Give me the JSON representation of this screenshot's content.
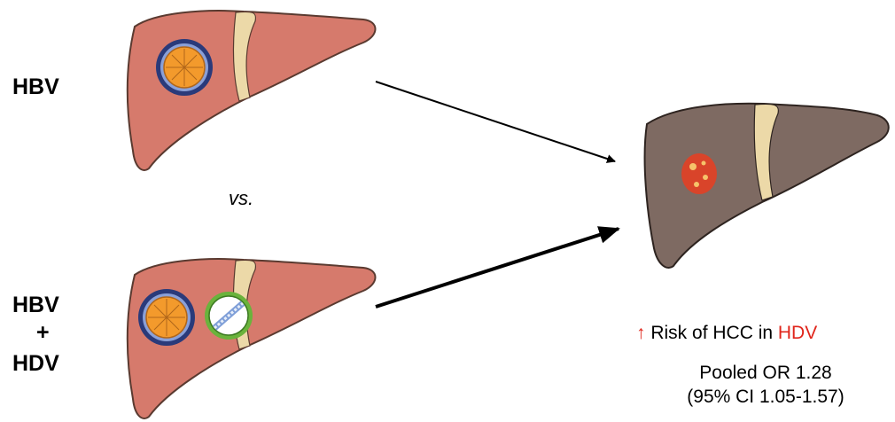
{
  "labels": {
    "hbv": "HBV",
    "hbv_hdv_line1": "HBV",
    "hbv_hdv_plus": "+",
    "hbv_hdv_line3": "HDV",
    "vs": "vs."
  },
  "result": {
    "arrow_symbol": "↑",
    "risk_prefix": "Risk of HCC in",
    "risk_highlight": "HDV",
    "pooled_or": "Pooled OR 1.28",
    "ci": "(95% CI 1.05-1.57)"
  },
  "colors": {
    "healthy_liver": "#d67a6c",
    "liver_outline": "#5a3a30",
    "ligament": "#ecd9a8",
    "diseased_liver": "#7e6a62",
    "hbv_core": "#f39a2c",
    "hbv_spikes": "#2a3a7a",
    "hdv_envelope": "#6ab33c",
    "tumor": "#d9442a",
    "highlight_red": "#e0251b"
  },
  "icons": [
    "healthy-liver-icon",
    "hbv-virus-icon",
    "hdv-virus-icon",
    "diseased-liver-icon",
    "tumor-icon",
    "arrow-icon"
  ]
}
